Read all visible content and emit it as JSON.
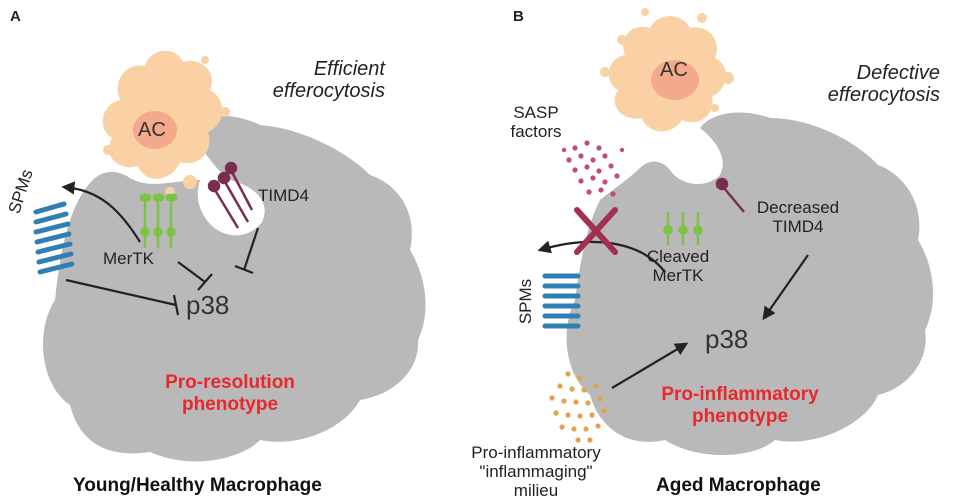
{
  "panel_a": {
    "letter": "A",
    "title": "Young/Healthy Macrophage",
    "efferocytosis_line1": "Efficient",
    "efferocytosis_line2": "efferocytosis",
    "ac_label": "AC",
    "spms_label": "SPMs",
    "mertk_label": "MerTK",
    "timd4_label": "TIMD4",
    "p38_label": "p38",
    "phenotype_line1": "Pro-resolution",
    "phenotype_line2": "phenotype"
  },
  "panel_b": {
    "letter": "B",
    "title": "Aged Macrophage",
    "efferocytosis_line1": "Defective",
    "efferocytosis_line2": "efferocytosis",
    "ac_label": "AC",
    "sasp_line1": "SASP",
    "sasp_line2": "factors",
    "spms_label": "SPMs",
    "mertk_line1": "Cleaved",
    "mertk_line2": "MerTK",
    "timd4_line1": "Decreased",
    "timd4_line2": "TIMD4",
    "p38_label": "p38",
    "phenotype_line1": "Pro-inflammatory",
    "phenotype_line2": "phenotype",
    "milieu_line1": "Pro-inflammatory",
    "milieu_line2": "\"inflammaging\"",
    "milieu_line3": "milieu"
  },
  "colors": {
    "macrophage": "#b9b9b9",
    "apoptotic_cell": "#f9d1a4",
    "ac_nucleus": "#f3a98b",
    "receptor_spms": "#2f7fb4",
    "mertk": "#7dc242",
    "timd4": "#7b2d4f",
    "sasp": "#c24d6e",
    "milieu": "#e5a150",
    "phenotype_text": "#e8272e",
    "cross": "#a3304f"
  }
}
